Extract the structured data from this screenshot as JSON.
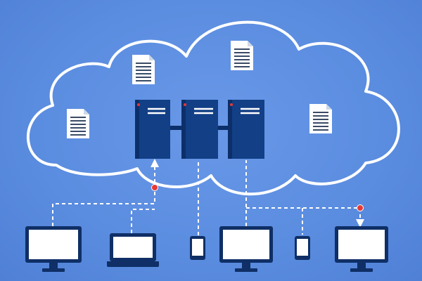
{
  "colors": {
    "background": "#5b8de0",
    "cloud_outline": "#ffffff",
    "server_body": "#123f85",
    "server_dark": "#0c2f6a",
    "server_stripe": "#ffffff",
    "server_led": "#e53935",
    "connector_line": "#ffffff",
    "junction_dot": "#e53935",
    "device_frame": "#0f2f66",
    "device_screen": "#ffffff",
    "document_fill": "#ffffff",
    "document_lines": "#3a4a66"
  },
  "icons": {
    "cloud": "cloud-icon",
    "document": "document-icon",
    "server": "server-icon",
    "monitor": "monitor-icon",
    "laptop": "laptop-icon",
    "phone": "phone-icon"
  },
  "diagram": {
    "documents_count": 4,
    "servers_count": 3,
    "client_devices": [
      "monitor",
      "laptop",
      "phone",
      "monitor",
      "phone",
      "monitor"
    ],
    "connections": [
      {
        "from_device": 1,
        "to_server": 1,
        "has_junction": true
      },
      {
        "from_device": 2,
        "to_server": 1,
        "has_junction": false
      },
      {
        "from_device": 3,
        "to_server": 2,
        "has_junction": false
      },
      {
        "from_device": 4,
        "to_server": 3,
        "has_junction": false
      },
      {
        "from_device": 5,
        "to_server": 3,
        "has_junction": false
      },
      {
        "from_device": 6,
        "to_server": 3,
        "has_junction": true
      }
    ]
  }
}
